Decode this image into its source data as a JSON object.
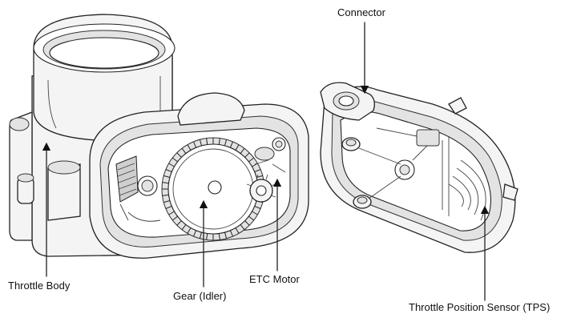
{
  "labels": {
    "connector": "Connector",
    "throttle_body": "Throttle Body",
    "gear_idler": "Gear (Idler)",
    "etc_motor": "ETC Motor",
    "tps": "Throttle Position Sensor (TPS)"
  },
  "colors": {
    "line": "#222222",
    "fill": "#f4f4f4",
    "shade": "#e3e3e3"
  }
}
